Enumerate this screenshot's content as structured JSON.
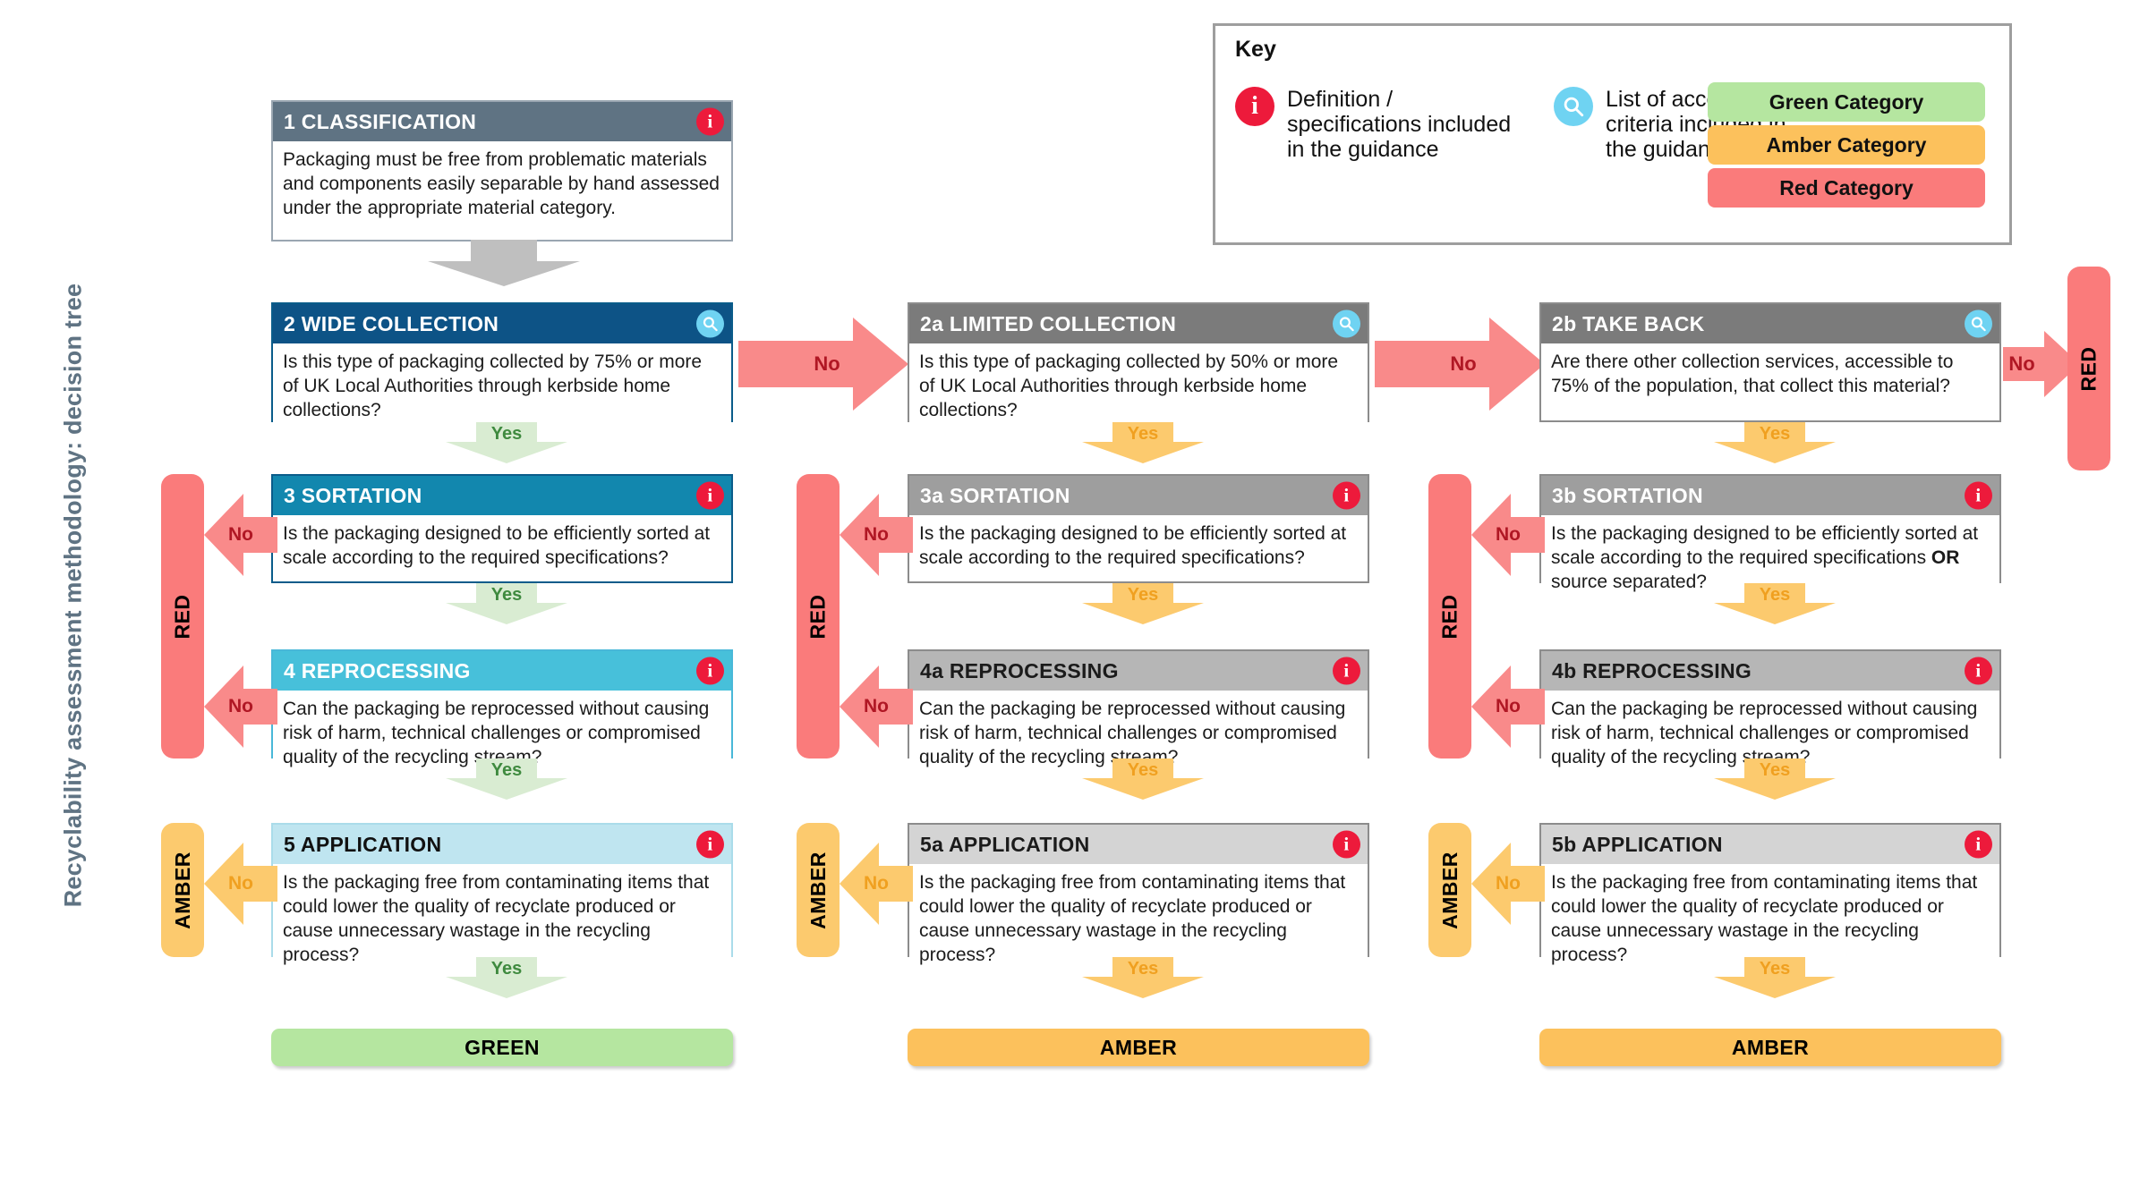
{
  "page_title": "Recyclability assessment methodology: decision tree",
  "key": {
    "title": "Key",
    "items": [
      {
        "icon": "info-icon",
        "text": "Definition / specifications included in the guidance"
      },
      {
        "icon": "search-icon",
        "text": "List of accepted criteria included in the guidance"
      }
    ],
    "swatches": [
      {
        "label": "Green Category",
        "color": "#b5e6a0"
      },
      {
        "label": "Amber Category",
        "color": "#fcc15c"
      },
      {
        "label": "Red Category",
        "color": "#fa7b7b"
      }
    ]
  },
  "colors": {
    "slate": "#5f7383",
    "navy": "#0d5386",
    "teal": "#1287ae",
    "cyan": "#47c0da",
    "pale_cyan": "#bfe5f0",
    "gray_dark": "#7b7b7b",
    "gray_mid": "#9e9e9e",
    "gray_light": "#b6b6b6",
    "gray_pale": "#d4d4d4",
    "red": "#fa7b7b",
    "amber": "#fcc15c",
    "green": "#b5e6a0",
    "info_badge": "#ed1a3b",
    "search_badge": "#6fd3f2"
  },
  "steps": {
    "classification": {
      "title": "1 CLASSIFICATION",
      "badge": "info-icon",
      "text": "Packaging must be free from problematic materials and components easily separable by hand assessed under the appropriate material category."
    },
    "wide_collection": {
      "title": "2 WIDE COLLECTION",
      "badge": "search-icon",
      "text": "Is this type of packaging collected by 75% or more of UK Local Authorities through kerbside home collections?"
    },
    "limited_collection": {
      "title": "2a LIMITED COLLECTION",
      "badge": "search-icon",
      "text": "Is this type of packaging collected by 50% or more of UK Local Authorities through kerbside home collections?"
    },
    "take_back": {
      "title": "2b TAKE BACK",
      "badge": "search-icon",
      "text": "Are there other collection services, accessible to 75% of the population, that collect this material?"
    },
    "sortation": {
      "title": "3 SORTATION",
      "badge": "info-icon",
      "text": "Is the packaging designed to be efficiently sorted at scale according to the required specifications?"
    },
    "sortation_a": {
      "title": "3a SORTATION",
      "badge": "info-icon",
      "text": "Is the packaging designed to be efficiently sorted at scale according to the required specifications?"
    },
    "sortation_b": {
      "title": "3b SORTATION",
      "badge": "info-icon",
      "text_before": "Is the packaging designed to be efficiently sorted at scale according to the required specifications ",
      "text_bold": "OR",
      "text_after": " source separated?"
    },
    "reprocessing": {
      "title": "4 REPROCESSING",
      "badge": "info-icon",
      "text": "Can the packaging be reprocessed without causing risk of harm, technical challenges or compromised quality of the recycling stream?"
    },
    "reprocessing_a": {
      "title": "4a REPROCESSING",
      "badge": "info-icon",
      "text": "Can the packaging be reprocessed without causing risk of harm, technical challenges or compromised quality of the recycling stream?"
    },
    "reprocessing_b": {
      "title": "4b REPROCESSING",
      "badge": "info-icon",
      "text": "Can the packaging be reprocessed without causing risk of harm, technical challenges or compromised quality of the recycling stream?"
    },
    "application": {
      "title": "5 APPLICATION",
      "badge": "info-icon",
      "text": "Is the packaging free from contaminating items that could lower the quality of recyclate produced or cause unnecessary wastage in the recycling process?"
    },
    "application_a": {
      "title": "5a APPLICATION",
      "badge": "info-icon",
      "text": "Is the packaging free from contaminating items that could lower the quality of recyclate produced or cause unnecessary wastage in the recycling process?"
    },
    "application_b": {
      "title": "5b APPLICATION",
      "badge": "info-icon",
      "text": "Is the packaging free from contaminating items that could lower the quality of recyclate produced or cause unnecessary wastage in the recycling process?"
    }
  },
  "labels": {
    "yes": "Yes",
    "no": "No",
    "red": "RED",
    "amber": "AMBER"
  },
  "outcomes": {
    "col1": "GREEN",
    "col2": "AMBER",
    "col3": "AMBER"
  }
}
